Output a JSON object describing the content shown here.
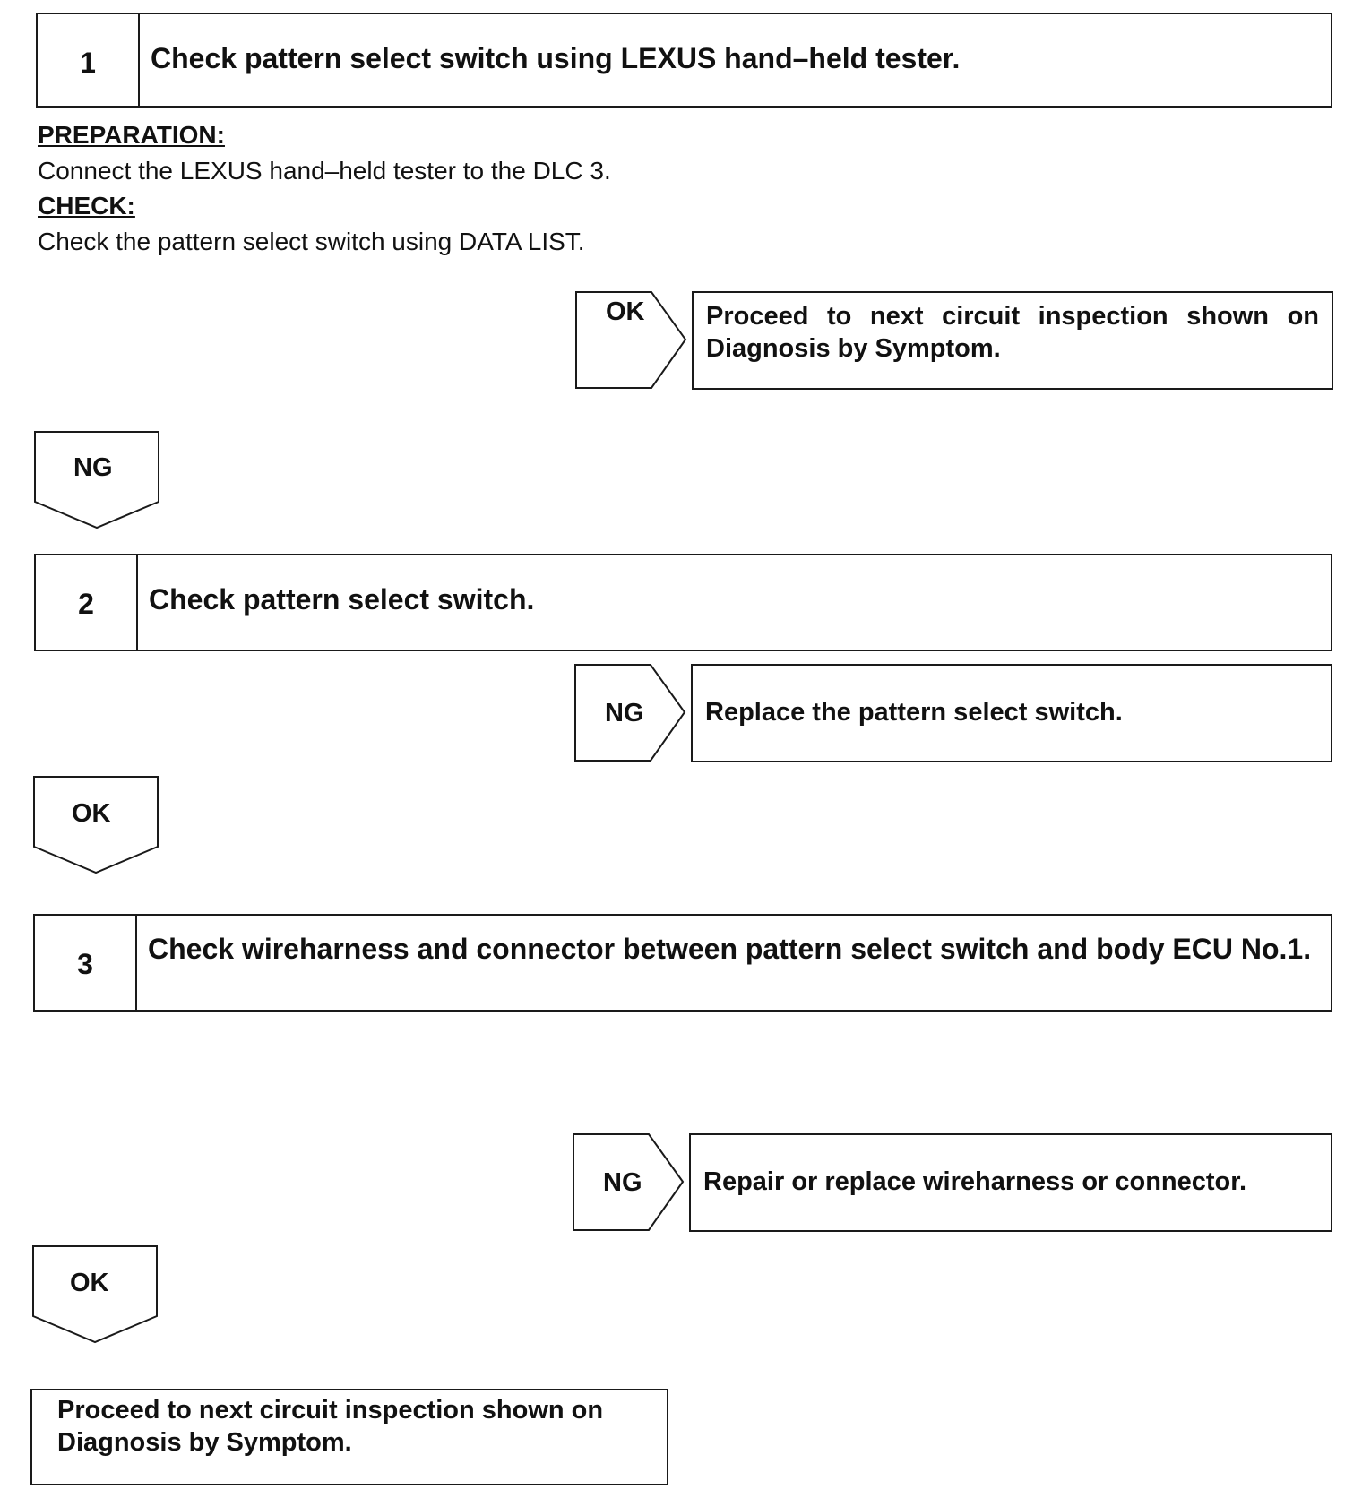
{
  "step1": {
    "number": "1",
    "title": "Check pattern select switch using LEXUS hand–held tester."
  },
  "preparation": {
    "label": "PREPARATION:",
    "text": "Connect the LEXUS hand–held tester to the DLC 3."
  },
  "check": {
    "label": "CHECK:",
    "text": "Check the pattern select switch using DATA LIST."
  },
  "branch1_ok": {
    "tag": "OK",
    "result": "Proceed to next circuit inspection shown on Diagnosis by Symptom."
  },
  "flow1_down": {
    "tag": "NG"
  },
  "step2": {
    "number": "2",
    "title": "Check pattern select switch."
  },
  "branch2_ng": {
    "tag": "NG",
    "result": "Replace the pattern select switch."
  },
  "flow2_down": {
    "tag": "OK"
  },
  "step3": {
    "number": "3",
    "title": "Check wireharness and connector between pattern select switch and body ECU No.1."
  },
  "branch3_ng": {
    "tag": "NG",
    "result": "Repair or replace wireharness or connector."
  },
  "flow3_down": {
    "tag": "OK"
  },
  "final": {
    "result": "Proceed to next circuit inspection shown on Diagnosis by Symptom."
  }
}
